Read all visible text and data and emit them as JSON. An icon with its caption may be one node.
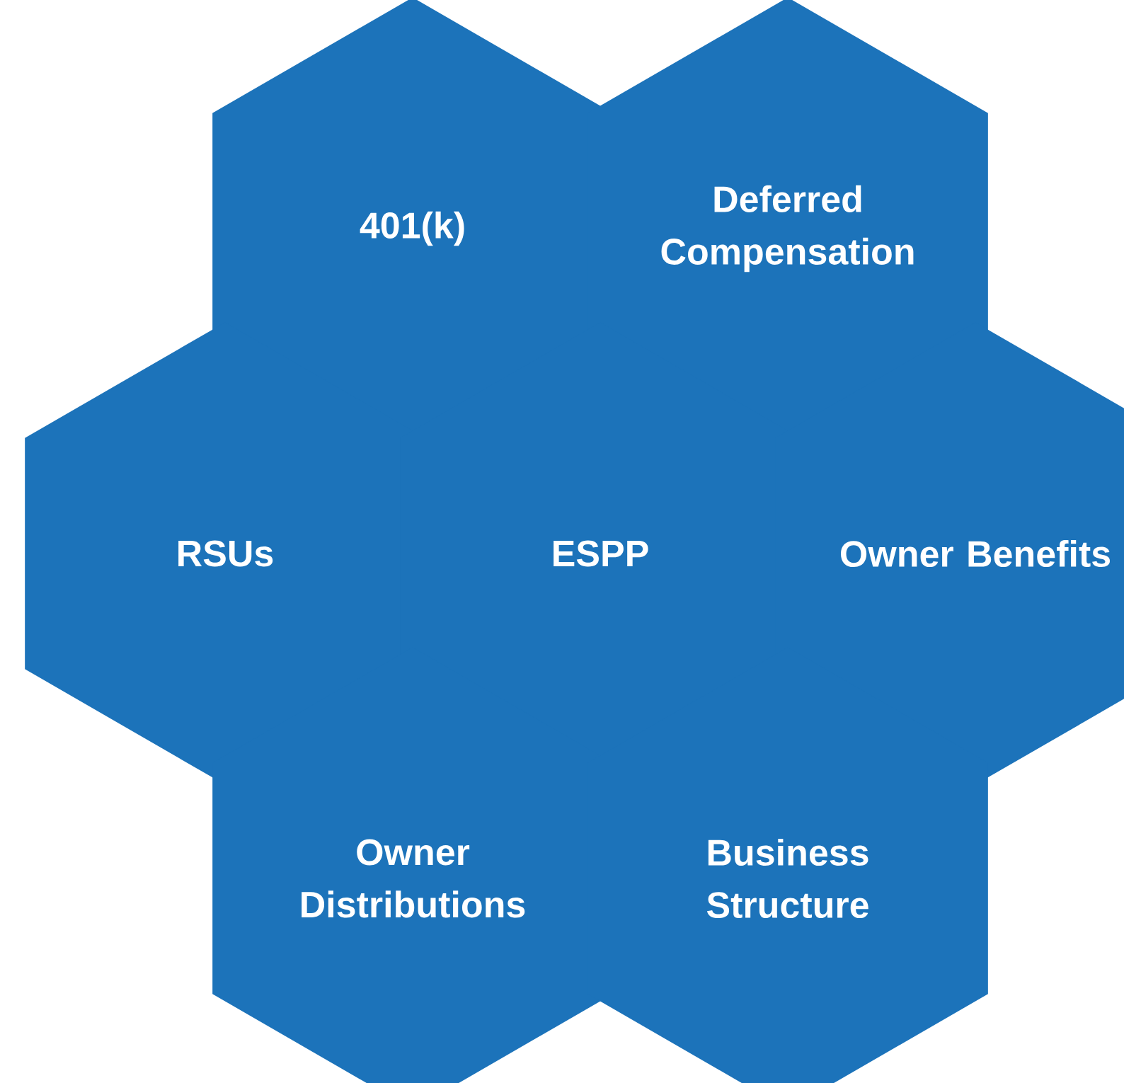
{
  "diagram": {
    "nodes": [
      {
        "text": [
          "401(k)"
        ]
      },
      {
        "text": [
          "Deferred Compensation"
        ]
      },
      {
        "text": [
          "RSUs"
        ]
      },
      {
        "text": [
          "ESPP"
        ]
      },
      {
        "text": [
          "Owner Benefits"
        ]
      },
      {
        "text": [
          "Owner Distributions"
        ]
      },
      {
        "text": [
          "Business Structure"
        ]
      }
    ]
  }
}
